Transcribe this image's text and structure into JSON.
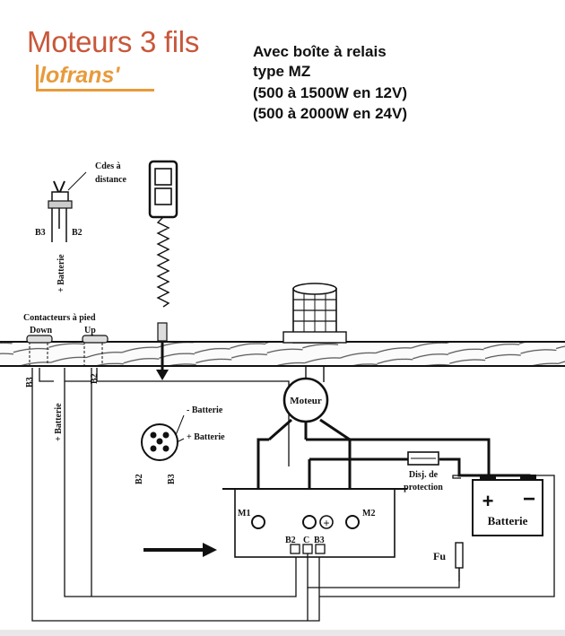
{
  "header": {
    "title": "Moteurs 3 fils",
    "brand": "lofrans'",
    "spec_lines": [
      "Avec boîte à relais",
      "type MZ",
      "(500 à 1500W en 12V)",
      "(500 à 2000W en 24V)"
    ]
  },
  "labels": {
    "remote": [
      "Cdes à",
      "distance"
    ],
    "switch_b3": "B3",
    "switch_b2": "B2",
    "switch_batt": "+ Batterie",
    "foot": "Contacteurs à pied",
    "down": "Down",
    "up": "Up",
    "left_b3": "B3",
    "left_b2": "B2",
    "left_batt": "+ Batterie",
    "moteur": "Moteur",
    "neg_batt": "- Batterie",
    "pos_batt": "+ Batterie",
    "plug_b2": "B2",
    "plug_b3": "B3",
    "m1": "M1",
    "m2": "M2",
    "term_b2": "B2",
    "term_c": "C",
    "term_b3": "B3",
    "disj": [
      "Disj. de",
      "protection"
    ],
    "batterie": "Batterie",
    "fu": "Fu"
  },
  "colors": {
    "title": "#c8573a",
    "brand": "#e89a3a",
    "line": "#111111"
  }
}
